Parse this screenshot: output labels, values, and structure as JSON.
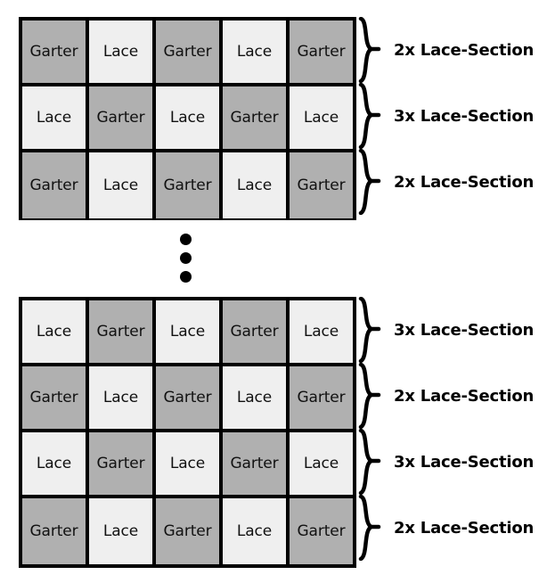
{
  "chart_data": {
    "type": "table",
    "title": "",
    "xlabel": "",
    "ylabel": "",
    "legend": [],
    "colors": {
      "garter_fill": "#b0b0b0",
      "lace_fill": "#efefef",
      "grid_line": "#000000",
      "text": "#000000",
      "background": "#ffffff"
    },
    "cell_labels": [
      "Garter",
      "Lace"
    ],
    "columns": 5,
    "blocks": [
      {
        "id": "top-block",
        "rows": [
          {
            "cells": [
              "Garter",
              "Lace",
              "Garter",
              "Lace",
              "Garter"
            ],
            "annotation": "2x Lace-Section",
            "repeat": 2
          },
          {
            "cells": [
              "Lace",
              "Garter",
              "Lace",
              "Garter",
              "Lace"
            ],
            "annotation": "3x Lace-Section",
            "repeat": 3
          },
          {
            "cells": [
              "Garter",
              "Lace",
              "Garter",
              "Lace",
              "Garter"
            ],
            "annotation": "2x Lace-Section",
            "repeat": 2
          }
        ]
      },
      {
        "id": "bottom-block",
        "rows": [
          {
            "cells": [
              "Lace",
              "Garter",
              "Lace",
              "Garter",
              "Lace"
            ],
            "annotation": "3x Lace-Section",
            "repeat": 3
          },
          {
            "cells": [
              "Garter",
              "Lace",
              "Garter",
              "Lace",
              "Garter"
            ],
            "annotation": "2x Lace-Section",
            "repeat": 2
          },
          {
            "cells": [
              "Lace",
              "Garter",
              "Lace",
              "Garter",
              "Lace"
            ],
            "annotation": "3x Lace-Section",
            "repeat": 3
          },
          {
            "cells": [
              "Garter",
              "Lace",
              "Garter",
              "Lace",
              "Garter"
            ],
            "annotation": "2x Lace-Section",
            "repeat": 2
          }
        ]
      }
    ],
    "continuation_marker": {
      "icon": "vertical-ellipsis-icon",
      "dots": 3
    }
  }
}
